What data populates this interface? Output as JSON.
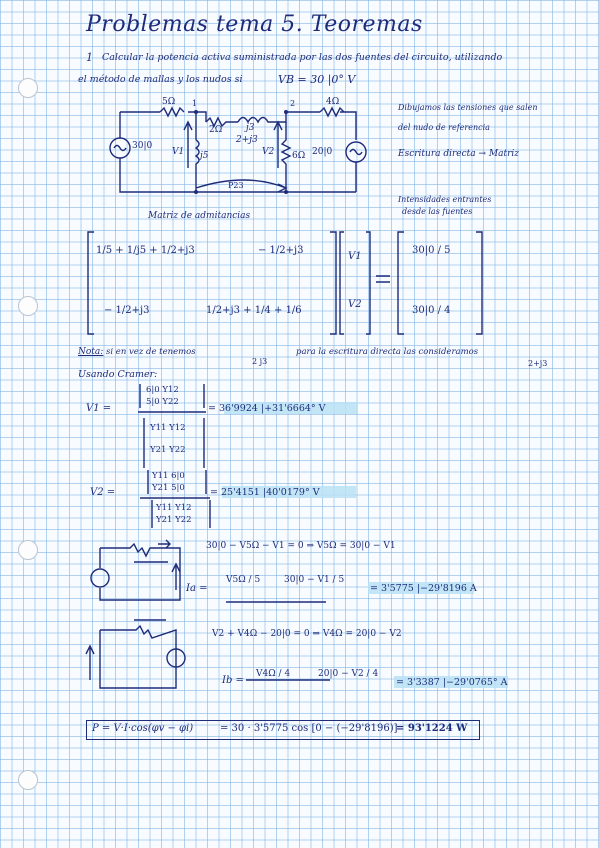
{
  "title": "Problemas tema 5. Teoremas",
  "statement": {
    "number": "1",
    "line1": "Calcular la potencia activa suministrada por las dos fuentes del circuito, utilizando",
    "line2": "el método de mallas y los nudos si",
    "source": "VB = 30 |0° V"
  },
  "circuit": {
    "r5": "5Ω",
    "r4": "4Ω",
    "r2": "2Ω",
    "j3": "j3",
    "j5": "j5",
    "r6": "6Ω",
    "z23": "2+j3",
    "n1": "1",
    "n2": "2",
    "src1": "30|0",
    "src2": "20|0",
    "v1": "V1",
    "v2": "V2",
    "p23": "P23"
  },
  "notes": {
    "dual_line1": "Dibujamos las tensiones que salen",
    "dual_line2": "del nudo de referencia",
    "direct": "Escritura directa → Matriz",
    "admit": "Matriz de admitancias",
    "current_src_line1": "Intensidades entrantes",
    "current_src_line2": "desde las fuentes"
  },
  "matrix": {
    "a11": [
      "1/5",
      "+",
      "1/j5",
      "+",
      "1/2+j3"
    ],
    "a12": "− 1/2+j3",
    "a21": "− 1/2+j3",
    "a22": [
      "1/2+j3",
      "+",
      "1/4",
      "+",
      "1/6"
    ],
    "v1": "V1",
    "v2": "V2",
    "b1": "30|0 / 5",
    "b2": "30|0 / 4"
  },
  "nota": {
    "label": "Nota:",
    "text": "si en vez de tenemos",
    "impedance": "2  j3",
    "text2": "para la escritura directa las consideramos",
    "result": "2+j3"
  },
  "cramer": {
    "label": "Usando Cramer:",
    "v1_label": "V1 =",
    "v1_result": "= 36'9924 |+31'6664° V",
    "v2_label": "V2 =",
    "v2_result": "= 25'4151 |40'0179° V",
    "det_num1": [
      "6|0   Y12",
      "5|0   Y22"
    ],
    "det_den": [
      "Y11   Y12",
      "Y21   Y22"
    ],
    "det_num2": [
      "Y11   6|0",
      "Y21   5|0"
    ]
  },
  "ia": {
    "eq": "30|0 − V5Ω − V1 = 0 ⇒ V5Ω = 30|0 − V1",
    "formula_lhs": "Ia =",
    "frac1": "V5Ω / 5",
    "frac2": "30|0 − V1 / 5",
    "result": "= 3'5775 |−29'8196 A",
    "sub": "a"
  },
  "ib": {
    "eq": "V2 + V4Ω − 20|0 = 0 ⇒ V4Ω = 20|0 − V2",
    "formula_lhs": "Ib =",
    "frac1": "V4Ω / 4",
    "frac2": "20|0 − V2 / 4",
    "result": "= 3'3387 |−29'0765° A"
  },
  "final": {
    "lhs": "P = V·I·cos(φv − φi)",
    "rhs": "= 30 · 3'5775 cos [0 − (−29'8196)]",
    "result": "= 93'1224 W"
  }
}
